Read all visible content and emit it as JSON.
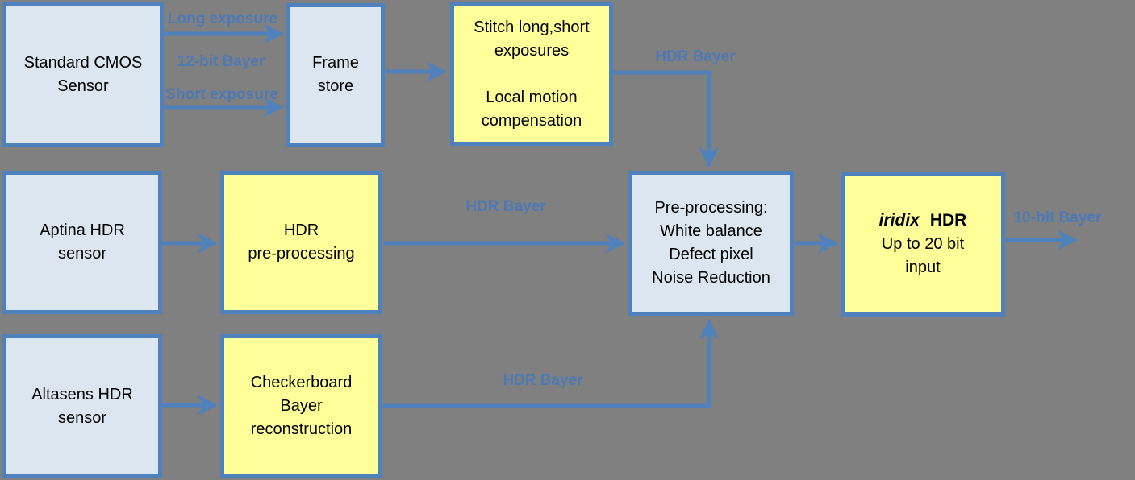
{
  "diagram_title": "HDR sensor pre-processing pipeline",
  "colors": {
    "background": "#808080",
    "accent_blue": "#4f81bd",
    "box_blue_fill": "#dce6f1",
    "box_yellow_fill": "#ffff99",
    "label_blue": "#4d79b5",
    "box_text": "#000000"
  },
  "boxes": {
    "standard_cmos": {
      "text": "Standard CMOS\nSensor",
      "fill": "blue"
    },
    "frame_store": {
      "text": "Frame\nstore",
      "fill": "blue"
    },
    "stitch": {
      "text": "Stitch long,short\nexposures\n\nLocal motion\ncompensation",
      "fill": "yellow"
    },
    "aptina": {
      "text": "Aptina HDR\nsensor",
      "fill": "blue"
    },
    "hdr_preprocessing": {
      "text": "HDR\npre-processing",
      "fill": "yellow"
    },
    "preprocessing": {
      "text": "Pre-processing:\nWhite balance\nDefect pixel\nNoise Reduction",
      "fill": "blue"
    },
    "iridix": {
      "brand": "iridix",
      "title": "HDR",
      "rest": "Up to 20 bit\ninput",
      "fill": "yellow"
    },
    "altasens": {
      "text": "Altasens HDR\nsensor",
      "fill": "blue"
    },
    "checkerboard": {
      "text": "Checkerboard\nBayer\nreconstruction",
      "fill": "yellow"
    }
  },
  "labels": {
    "long_exposure": "Long exposure",
    "bit12_bayer": "12-bit Bayer",
    "short_exposure": "Short exposure",
    "hdr_bayer_top": "HDR Bayer",
    "hdr_bayer_mid": "HDR Bayer",
    "hdr_bayer_bottom": "HDR Bayer",
    "output_bayer": "10-bit Bayer"
  },
  "connections": [
    {
      "from": "standard_cmos",
      "to": "frame_store",
      "label": "Long exposure"
    },
    {
      "from": "standard_cmos",
      "to": "frame_store",
      "label": "Short exposure"
    },
    {
      "from": "frame_store",
      "to": "stitch",
      "label": "12-bit Bayer"
    },
    {
      "from": "stitch",
      "to": "preprocessing",
      "label": "HDR Bayer"
    },
    {
      "from": "aptina",
      "to": "hdr_preprocessing"
    },
    {
      "from": "hdr_preprocessing",
      "to": "preprocessing",
      "label": "HDR Bayer"
    },
    {
      "from": "altasens",
      "to": "checkerboard"
    },
    {
      "from": "checkerboard",
      "to": "preprocessing",
      "label": "HDR Bayer"
    },
    {
      "from": "preprocessing",
      "to": "iridix"
    },
    {
      "from": "iridix",
      "to": "output",
      "label": "10-bit Bayer"
    }
  ]
}
